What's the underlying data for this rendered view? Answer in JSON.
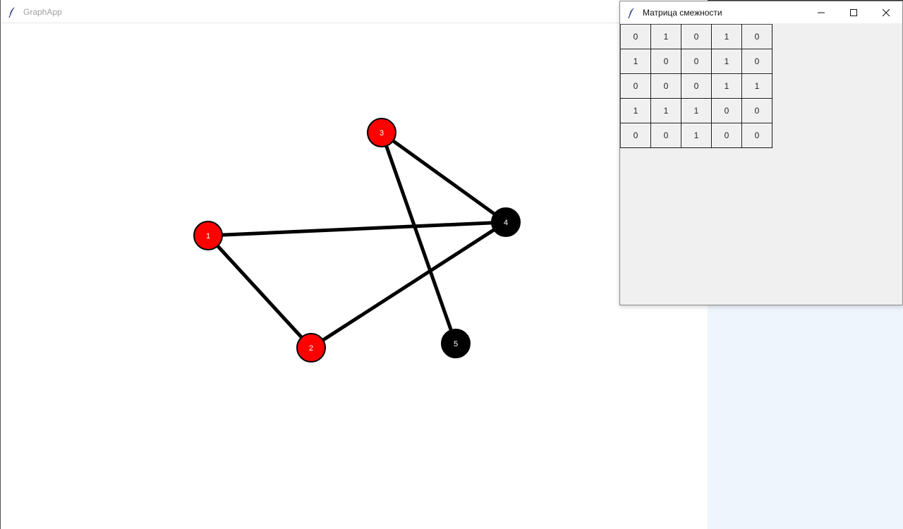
{
  "main_window": {
    "title": "GraphApp"
  },
  "matrix_window": {
    "title": "Матрица смежности",
    "controls": {
      "minimize": "minimize-icon",
      "maximize": "maximize-icon",
      "close": "close-icon"
    },
    "matrix": [
      [
        "0",
        "1",
        "0",
        "1",
        "0"
      ],
      [
        "1",
        "0",
        "0",
        "1",
        "0"
      ],
      [
        "0",
        "0",
        "0",
        "1",
        "1"
      ],
      [
        "1",
        "1",
        "1",
        "0",
        "0"
      ],
      [
        "0",
        "0",
        "1",
        "0",
        "0"
      ]
    ]
  },
  "graph": {
    "nodes": [
      {
        "id": "1",
        "color": "#ff0000"
      },
      {
        "id": "2",
        "color": "#ff0000"
      },
      {
        "id": "3",
        "color": "#ff0000"
      },
      {
        "id": "4",
        "color": "#000000"
      },
      {
        "id": "5",
        "color": "#000000"
      }
    ],
    "edges": [
      [
        "1",
        "4"
      ],
      [
        "1",
        "2"
      ],
      [
        "2",
        "4"
      ],
      [
        "3",
        "4"
      ],
      [
        "3",
        "5"
      ]
    ]
  }
}
